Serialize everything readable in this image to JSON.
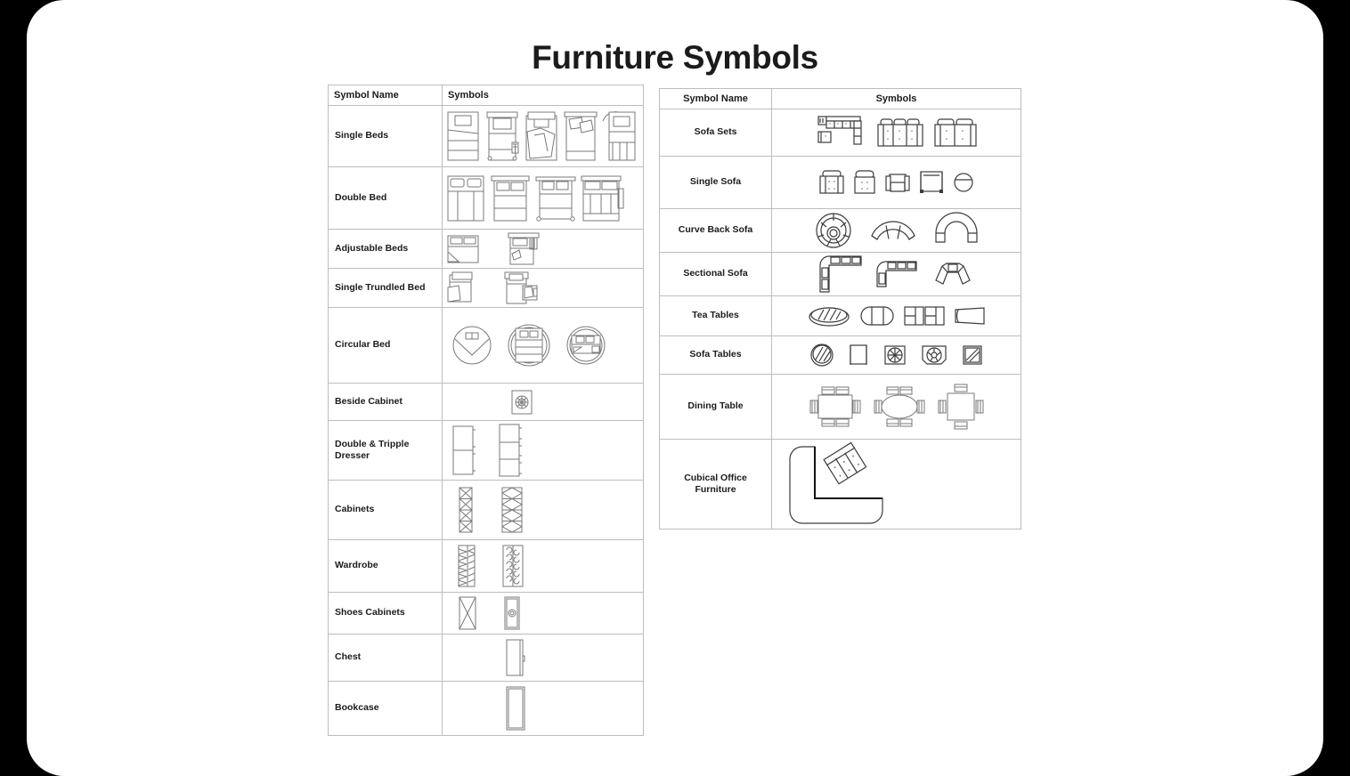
{
  "page": {
    "title": "Furniture Symbols",
    "background_color": "#000000",
    "card_color": "#ffffff",
    "text_color": "#1b1b1b",
    "line_color": "#7a7a7a"
  },
  "left_table": {
    "headers": {
      "name": "Symbol Name",
      "symbols": "Symbols"
    },
    "rows": [
      {
        "name": "Single Beds",
        "symbol_count": 5,
        "symbol_kind": "single-bed"
      },
      {
        "name": "Double Bed",
        "symbol_count": 4,
        "symbol_kind": "double-bed"
      },
      {
        "name": "Adjustable Beds",
        "symbol_count": 2,
        "symbol_kind": "adjustable-bed"
      },
      {
        "name": "Single Trundled Bed",
        "symbol_count": 2,
        "symbol_kind": "trundle-bed"
      },
      {
        "name": "Circular Bed",
        "symbol_count": 3,
        "symbol_kind": "circular-bed"
      },
      {
        "name": "Beside Cabinet",
        "symbol_count": 1,
        "symbol_kind": "beside-cabinet"
      },
      {
        "name": "Double & Tripple Dresser",
        "symbol_count": 2,
        "symbol_kind": "dresser"
      },
      {
        "name": "Cabinets",
        "symbol_count": 2,
        "symbol_kind": "cabinet"
      },
      {
        "name": "Wardrobe",
        "symbol_count": 2,
        "symbol_kind": "wardrobe"
      },
      {
        "name": "Shoes Cabinets",
        "symbol_count": 2,
        "symbol_kind": "shoe-cabinet"
      },
      {
        "name": "Chest",
        "symbol_count": 1,
        "symbol_kind": "chest"
      },
      {
        "name": "Bookcase",
        "symbol_count": 1,
        "symbol_kind": "bookcase"
      }
    ]
  },
  "right_table": {
    "headers": {
      "name": "Symbol Name",
      "symbols": "Symbols"
    },
    "rows": [
      {
        "name": "Sofa Sets",
        "symbol_count": 3,
        "symbol_kind": "sofa-set"
      },
      {
        "name": "Single Sofa",
        "symbol_count": 5,
        "symbol_kind": "single-sofa"
      },
      {
        "name": "Curve Back Sofa",
        "symbol_count": 3,
        "symbol_kind": "curve-back-sofa"
      },
      {
        "name": "Sectional Sofa",
        "symbol_count": 3,
        "symbol_kind": "sectional-sofa"
      },
      {
        "name": "Tea Tables",
        "symbol_count": 4,
        "symbol_kind": "tea-table"
      },
      {
        "name": "Sofa Tables",
        "symbol_count": 5,
        "symbol_kind": "sofa-table"
      },
      {
        "name": "Dining Table",
        "symbol_count": 3,
        "symbol_kind": "dining-table"
      },
      {
        "name": "Cubical Office Furniture",
        "symbol_count": 1,
        "symbol_kind": "cubical-office"
      }
    ]
  }
}
